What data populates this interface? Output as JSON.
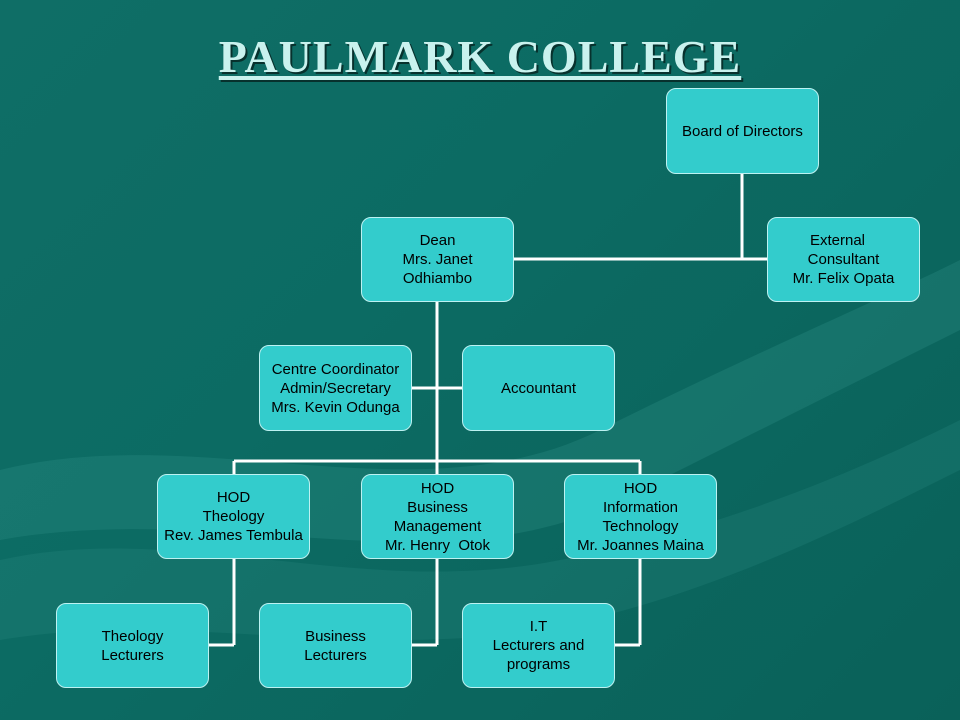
{
  "title": "PAULMARK COLLEGE",
  "board": {
    "line1": "Board of Directors"
  },
  "dean": {
    "line1": "Dean",
    "line2": "Mrs. Janet",
    "line3": "Odhiambo"
  },
  "consultant": {
    "line1": "External",
    "line2": "Consultant",
    "line3": "Mr. Felix Opata"
  },
  "coordinator": {
    "line1": "Centre Coordinator",
    "line2": "Admin/Secretary",
    "line3": "Mrs. Kevin Odunga"
  },
  "accountant": {
    "line1": "Accountant"
  },
  "hod_theology": {
    "line1": "HOD",
    "line2": "Theology",
    "line3": "Rev. James Tembula"
  },
  "hod_business": {
    "line1": "HOD",
    "line2": "Business",
    "line3": "Management",
    "line4": "Mr. Henry  Otok"
  },
  "hod_it": {
    "line1": "HOD",
    "line2": "Information",
    "line3": "Technology",
    "line4": "Mr. Joannes Maina"
  },
  "theology_lecturers": {
    "line1": "Theology",
    "line2": "Lecturers"
  },
  "business_lecturers": {
    "line1": "Business",
    "line2": "Lecturers"
  },
  "it_lecturers": {
    "line1": "I.T",
    "line2": "Lecturers and",
    "line3": "programs"
  },
  "colors": {
    "background": "#0c6b63",
    "box_fill": "#33cccc",
    "box_border": "#bdf2f2",
    "connector": "#ffffff",
    "title": "#c9f2ee"
  }
}
